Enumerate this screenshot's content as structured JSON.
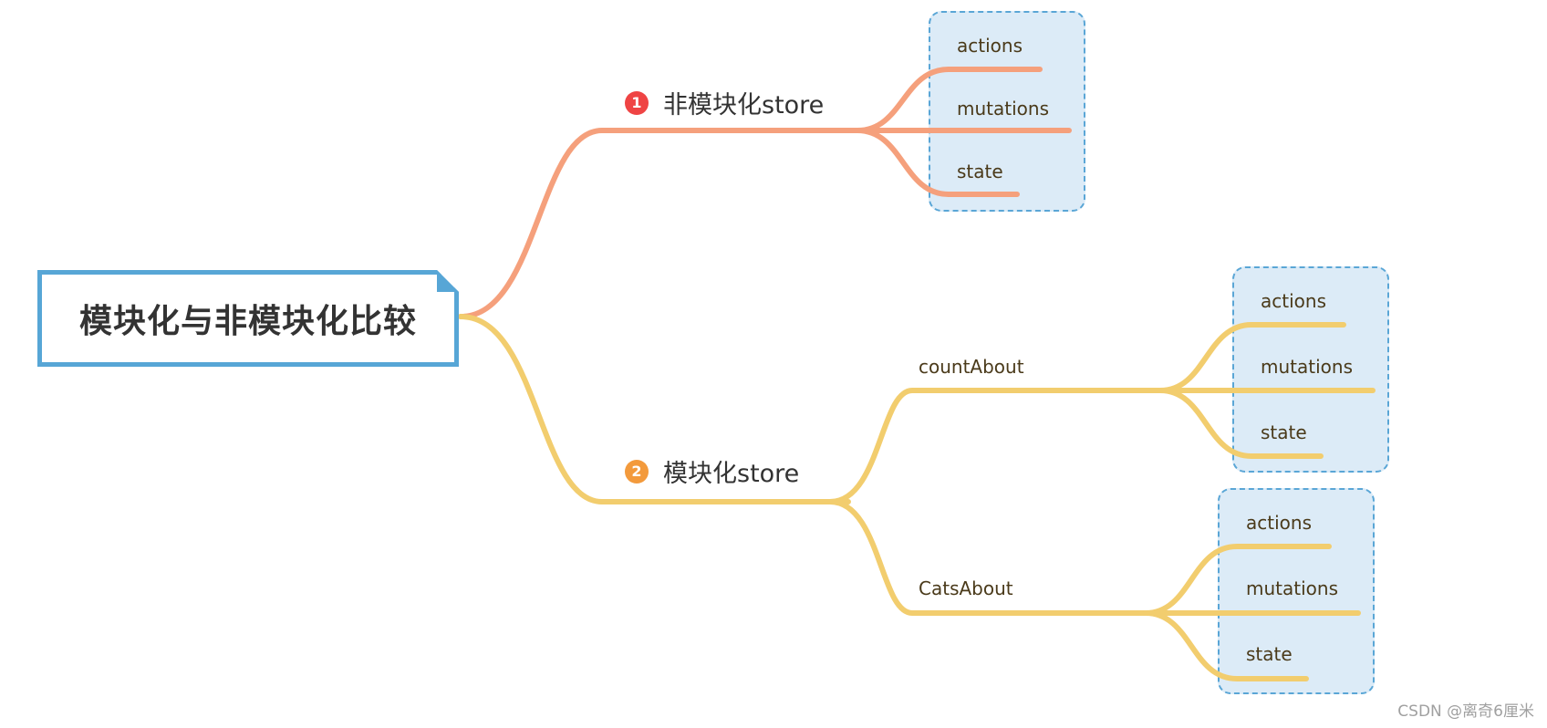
{
  "root": {
    "title": "模块化与非模块化比较"
  },
  "colors": {
    "branch1": "#f5a07c",
    "branch2": "#f2cd6e",
    "box_fill": "#dcebf7",
    "box_border": "#5aa6d6",
    "badge1": "#ef4444",
    "badge2": "#f39a3c"
  },
  "branches": [
    {
      "badge": "1",
      "label": "非模块化store",
      "children": [
        "actions",
        "mutations",
        "state"
      ]
    },
    {
      "badge": "2",
      "label": "模块化store",
      "modules": [
        {
          "name": "countAbout",
          "children": [
            "actions",
            "mutations",
            "state"
          ]
        },
        {
          "name": "CatsAbout",
          "children": [
            "actions",
            "mutations",
            "state"
          ]
        }
      ]
    }
  ],
  "watermark": "CSDN @离奇6厘米"
}
